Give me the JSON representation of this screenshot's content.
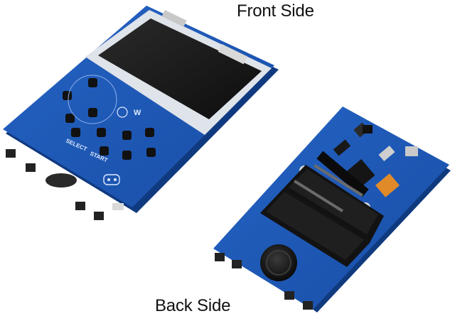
{
  "labels": {
    "front": "Front Side",
    "back": "Back Side"
  },
  "silkscreen": {
    "select": "SELECT",
    "start": "START"
  },
  "colors": {
    "pcb": "#1c56b4",
    "pcb_dark": "#123f8c",
    "screen": "#1a1a1a",
    "bezel": "#e6e9ee",
    "battery": "#141414",
    "header": "#0d0d0d",
    "background": "#ffffff"
  }
}
